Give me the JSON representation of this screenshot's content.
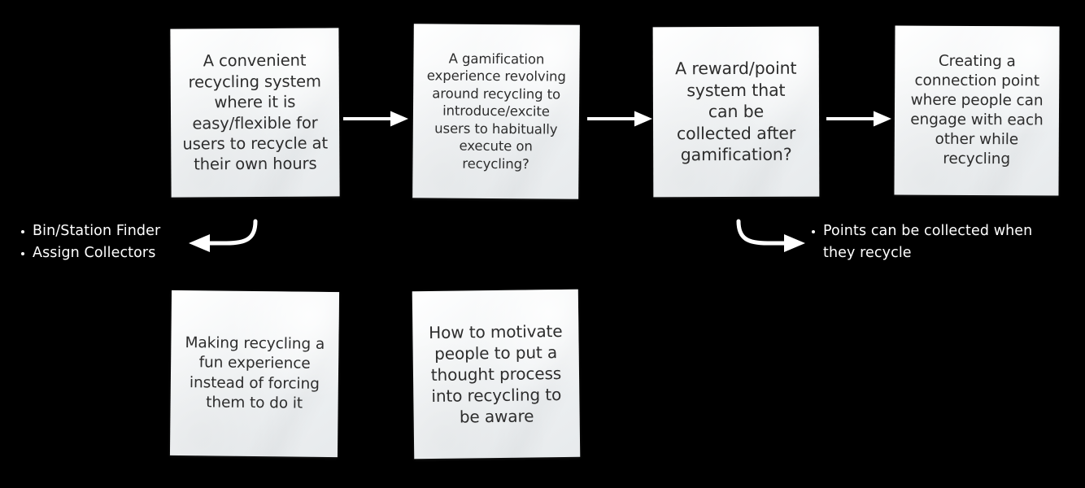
{
  "canvas": {
    "background_color": "#000000",
    "note_color": "#eef1f3",
    "note_text_color": "#2d2d2d",
    "arrow_color": "#ffffff",
    "bullet_text_color": "#ffffff"
  },
  "notes": [
    {
      "id": "note-1",
      "name": "note-convenient-recycling-system",
      "text": "A convenient\nrecycling system\nwhere it is\neasy/flexible for\nusers to recycle at\ntheir own hours"
    },
    {
      "id": "note-2",
      "name": "note-gamification-experience",
      "text": "A gamification\nexperience revolving\naround recycling to\nintroduce/excite\nusers to habitually\nexecute on\nrecycling?"
    },
    {
      "id": "note-3",
      "name": "note-reward-point-system",
      "text": "A reward/point\nsystem that\ncan be\ncollected after\ngamification?"
    },
    {
      "id": "note-4",
      "name": "note-connection-point",
      "text": "Creating a\nconnection point\nwhere people can\nengage with each\nother while\nrecycling"
    },
    {
      "id": "note-5",
      "name": "note-fun-experience",
      "text": "Making recycling a\nfun experience\ninstead of forcing\nthem to do it"
    },
    {
      "id": "note-6",
      "name": "note-motivate-thought-process",
      "text": "How to motivate\npeople to put a\nthought process\ninto recycling to\nbe aware"
    }
  ],
  "arrows": [
    {
      "id": "arrow-1",
      "name": "arrow-note1-to-note2",
      "kind": "straight-right"
    },
    {
      "id": "arrow-2",
      "name": "arrow-note2-to-note3",
      "kind": "straight-right"
    },
    {
      "id": "arrow-3",
      "name": "arrow-note3-to-note4",
      "kind": "straight-right"
    },
    {
      "id": "arrow-left-curve",
      "name": "arrow-curved-left",
      "kind": "curved-left"
    },
    {
      "id": "arrow-right-curve",
      "name": "arrow-curved-right",
      "kind": "curved-right"
    }
  ],
  "bullet_lists": {
    "left": {
      "name": "bullet-list-left",
      "items": [
        "Bin/Station Finder",
        "Assign Collectors"
      ]
    },
    "right": {
      "name": "bullet-list-right",
      "items": [
        "Points can be collected when\nthey recycle"
      ]
    }
  }
}
